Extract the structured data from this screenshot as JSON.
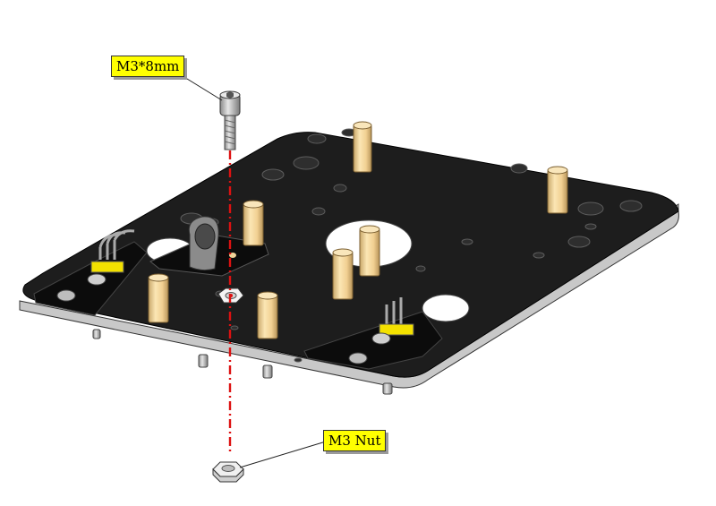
{
  "labels": {
    "screw": "M3*8mm",
    "nut": "M3 Nut"
  },
  "colors": {
    "plate": "#1d1d1d",
    "brass": "#f2d49a",
    "callout_bg": "#ffff00",
    "guide_line": "#dd1111",
    "sensor_yellow": "#f3e100"
  },
  "icons": {
    "screw": "socket-head-screw",
    "nut": "hex-nut"
  }
}
